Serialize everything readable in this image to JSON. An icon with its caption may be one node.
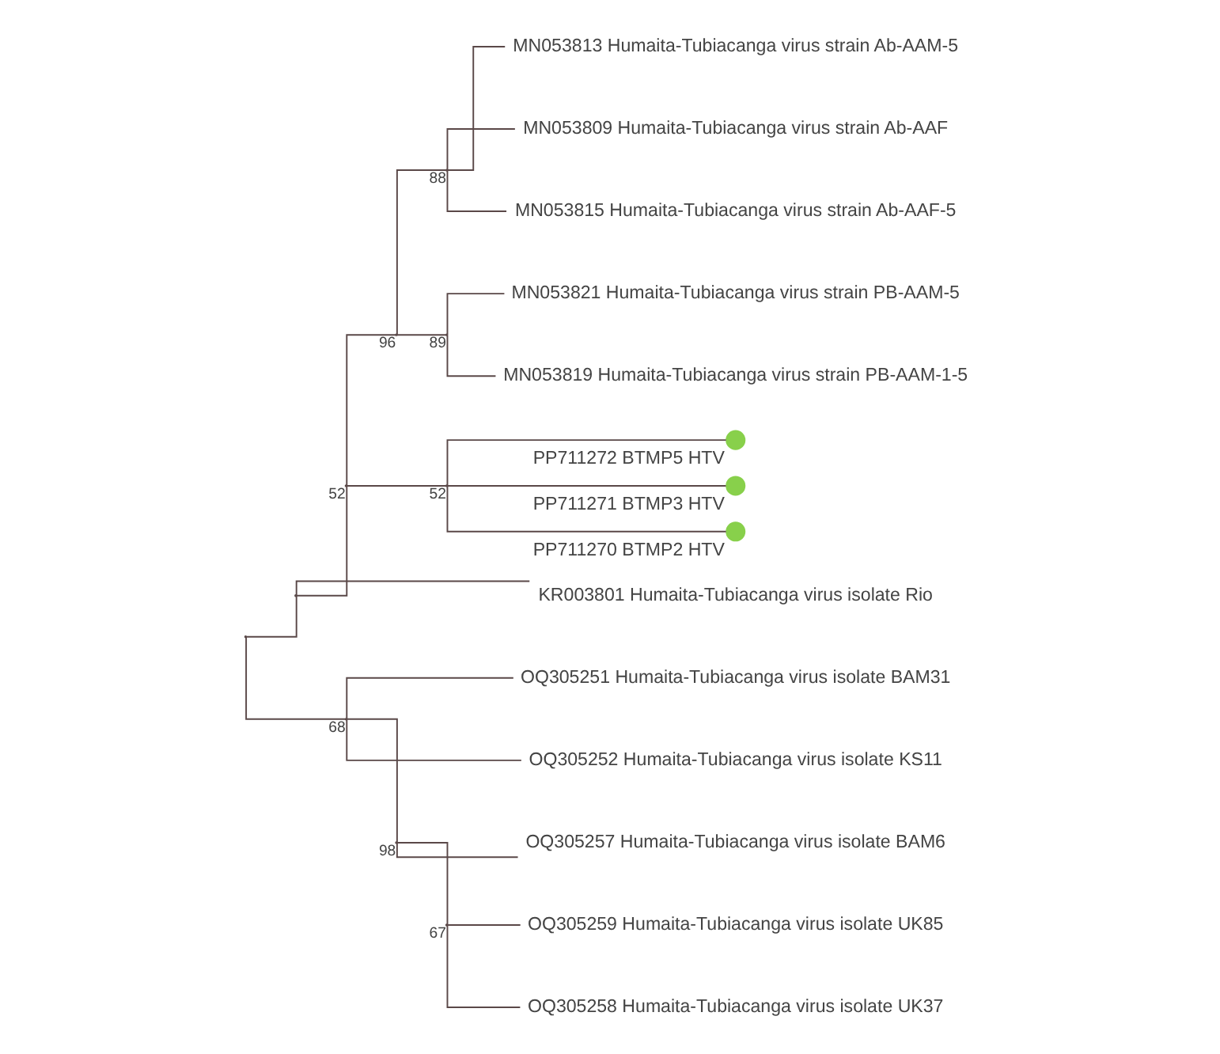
{
  "diagram": {
    "nodes": [
      {
        "text": [],
        "shape": "point"
      },
      {
        "text": [],
        "shape": "point"
      },
      {
        "text": [],
        "shape": "point",
        "beside": [
          "52"
        ]
      },
      {
        "text": [],
        "shape": "point",
        "beside": [
          "96"
        ]
      },
      {
        "text": [],
        "shape": "point",
        "beside": [
          "88"
        ]
      },
      {
        "text": [
          "MN053813 Humaita-Tubiacanga virus strain Ab-AAM-5"
        ]
      },
      {
        "text": [
          "MN053809 Humaita-Tubiacanga virus strain Ab-AAF"
        ]
      },
      {
        "text": [
          "MN053815 Humaita-Tubiacanga virus strain Ab-AAF-5"
        ]
      },
      {
        "text": [],
        "shape": "point",
        "beside": [
          "89"
        ]
      },
      {
        "text": [
          "MN053821 Humaita-Tubiacanga virus strain PB-AAM-5"
        ]
      },
      {
        "text": [
          "MN053819 Humaita-Tubiacanga virus strain PB-AAM-1-5"
        ]
      },
      {
        "text": [],
        "shape": "point",
        "beside": [
          "52"
        ]
      },
      {
        "text": [],
        "shape": "circle",
        "beside": [
          "PP711272 BTMP5 HTV"
        ]
      },
      {
        "text": [],
        "shape": "circle",
        "beside": [
          "PP711271 BTMP3 HTV"
        ]
      },
      {
        "text": [],
        "shape": "circle",
        "beside": [
          "PP711270 BTMP2 HTV"
        ]
      },
      {
        "text": [
          "KR003801 Humaita-Tubiacanga virus isolate Rio"
        ]
      },
      {
        "text": [],
        "shape": "point",
        "beside": [
          "68"
        ]
      },
      {
        "text": [
          "OQ305251 Humaita-Tubiacanga virus isolate BAM31"
        ]
      },
      {
        "text": [
          "OQ305252 Humaita-Tubiacanga virus isolate KS11"
        ]
      },
      {
        "text": [],
        "shape": "point",
        "beside": [
          "98"
        ]
      },
      {
        "text": [
          "OQ305257 Humaita-Tubiacanga virus isolate BAM6"
        ]
      },
      {
        "text": [],
        "shape": "point",
        "beside": [
          "67"
        ]
      },
      {
        "text": [
          "OQ305259 Humaita-Tubiacanga virus isolate UK85"
        ]
      },
      {
        "text": [
          "OQ305258 Humaita-Tubiacanga virus isolate UK37"
        ]
      }
    ],
    "edges": [
      {
        "from": 0,
        "to": 1,
        "arrow": "none"
      },
      {
        "from": 1,
        "to": 2,
        "arrow": "none"
      },
      {
        "from": 2,
        "to": 3,
        "arrow": "none"
      },
      {
        "from": 3,
        "to": 4,
        "arrow": "none"
      },
      {
        "from": 4,
        "to": 5,
        "arrow": "none"
      },
      {
        "from": 4,
        "to": 6,
        "arrow": "none"
      },
      {
        "from": 4,
        "to": 7,
        "arrow": "none"
      },
      {
        "from": 3,
        "to": 8,
        "arrow": "none"
      },
      {
        "from": 8,
        "to": 9,
        "arrow": "none"
      },
      {
        "from": 8,
        "to": 10,
        "arrow": "none"
      },
      {
        "from": 2,
        "to": 11,
        "arrow": "none"
      },
      {
        "from": 11,
        "to": 12,
        "arrow": "none"
      },
      {
        "from": 11,
        "to": 13,
        "arrow": "none"
      },
      {
        "from": 11,
        "to": 14,
        "arrow": "none"
      },
      {
        "from": 1,
        "to": 15,
        "arrow": "none"
      },
      {
        "from": 0,
        "to": 16,
        "arrow": "none"
      },
      {
        "from": 16,
        "to": 17,
        "arrow": "none"
      },
      {
        "from": 16,
        "to": 18,
        "arrow": "none"
      },
      {
        "from": 16,
        "to": 19,
        "arrow": "none"
      },
      {
        "from": 19,
        "to": 20,
        "arrow": "none"
      },
      {
        "from": 19,
        "to": 21,
        "arrow": "none"
      },
      {
        "from": 21,
        "to": 22,
        "arrow": "none"
      },
      {
        "from": 21,
        "to": 23,
        "arrow": "none"
      }
    ]
  }
}
